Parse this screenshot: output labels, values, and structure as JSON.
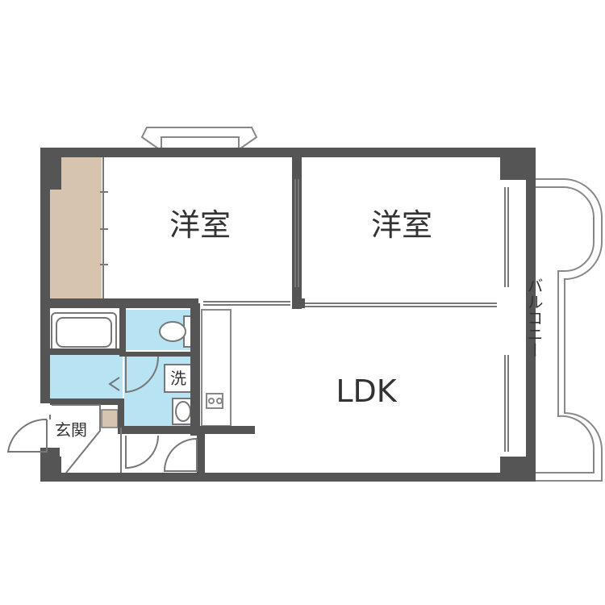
{
  "rooms": {
    "western_room_1": "洋室",
    "western_room_2": "洋室",
    "ldk": "LDK",
    "balcony": "バルコニー",
    "washroom": "洗",
    "entrance": "玄関"
  },
  "colors": {
    "wall": "#555555",
    "closet": "#d7c4ae",
    "water": "#b8e3f3",
    "line": "#888888",
    "background": "#ffffff"
  }
}
